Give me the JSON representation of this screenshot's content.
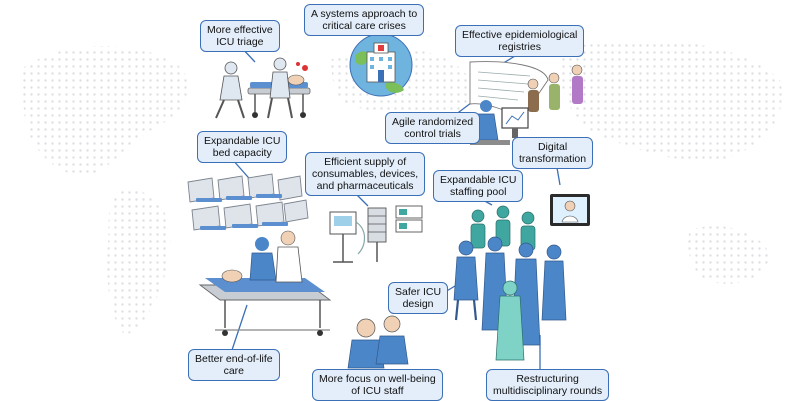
{
  "colors": {
    "label_fill": "#e3eefa",
    "label_border": "#3b6fb6",
    "connector": "#3b6fb6",
    "scrubs_blue": "#4a86c8",
    "scrubs_teal": "#3fa7a0",
    "bed_frame": "#c8cdd4",
    "mattress": "#5b8fcf",
    "world_dots": "#d9dce0"
  },
  "icons": {
    "hub": "hospital-globe-icon",
    "triage": "stretcher-icon",
    "registries": "data-scroll-icon",
    "trials": "researcher-computer-icon",
    "digital": "telemedicine-screen-icon",
    "beds": "icu-beds-icon",
    "supply": "ventilator-pump-icon",
    "staff": "staff-group-icon",
    "end_of_life": "patient-bed-icon",
    "wellbeing": "staff-support-icon"
  },
  "labels": {
    "hub": {
      "line1": "A systems approach to",
      "line2": "critical care crises"
    },
    "triage": {
      "line1": "More effective",
      "line2": "ICU triage"
    },
    "registries": {
      "line1": "Effective epidemiological",
      "line2": "registries"
    },
    "trials": {
      "line1": "Agile randomized",
      "line2": "control trials"
    },
    "digital": {
      "line1": "Digital",
      "line2": "transformation"
    },
    "beds": {
      "line1": "Expandable ICU",
      "line2": "bed capacity"
    },
    "supply": {
      "line1": "Efficient supply of",
      "line2": "consumables, devices,",
      "line3": "and pharmaceuticals"
    },
    "staffing": {
      "line1": "Expandable ICU",
      "line2": "staffing pool"
    },
    "design": {
      "line1": "Safer ICU",
      "line2": "design"
    },
    "end_of_life": {
      "line1": "Better end-of-life",
      "line2": "care"
    },
    "wellbeing": {
      "line1": "More focus on well-being",
      "line2": "of ICU staff"
    },
    "rounds": {
      "line1": "Restructuring",
      "line2": "multidisciplinary rounds"
    }
  }
}
